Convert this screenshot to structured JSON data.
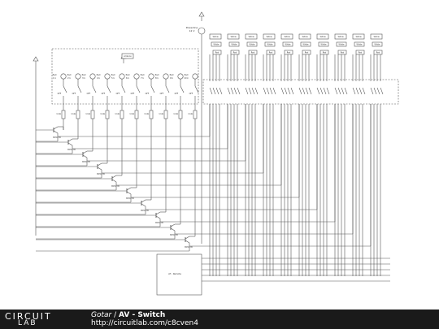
{
  "footer": {
    "logo_top": "CIRCUIT",
    "logo_bottom": "LAB",
    "owner": "Gotar",
    "separator": " / ",
    "title": "AV - Switch",
    "url": "http://circuitlab.com/c8cven4"
  },
  "schematic": {
    "supply_label": "Powerline\n12 V",
    "micro_label": "Arduino",
    "chip_label": "AT - Remote",
    "pad_label": "Pad",
    "pad_values": [
      "1 k",
      "2 k",
      "3 k",
      "4 k",
      "5 k",
      "6 k",
      "7 k",
      "8 k",
      "9 k",
      "10 k"
    ],
    "switch_label": "OFF",
    "resistor_label": "1 kΩ",
    "transistor_label": "BC547B",
    "relay_top_label": "Yellow",
    "relay_mid_label": "White",
    "relay_bot_label": "Red",
    "colors": {
      "line": "#555555",
      "text": "#333333",
      "footer_bg": "#1a1a1a"
    }
  }
}
